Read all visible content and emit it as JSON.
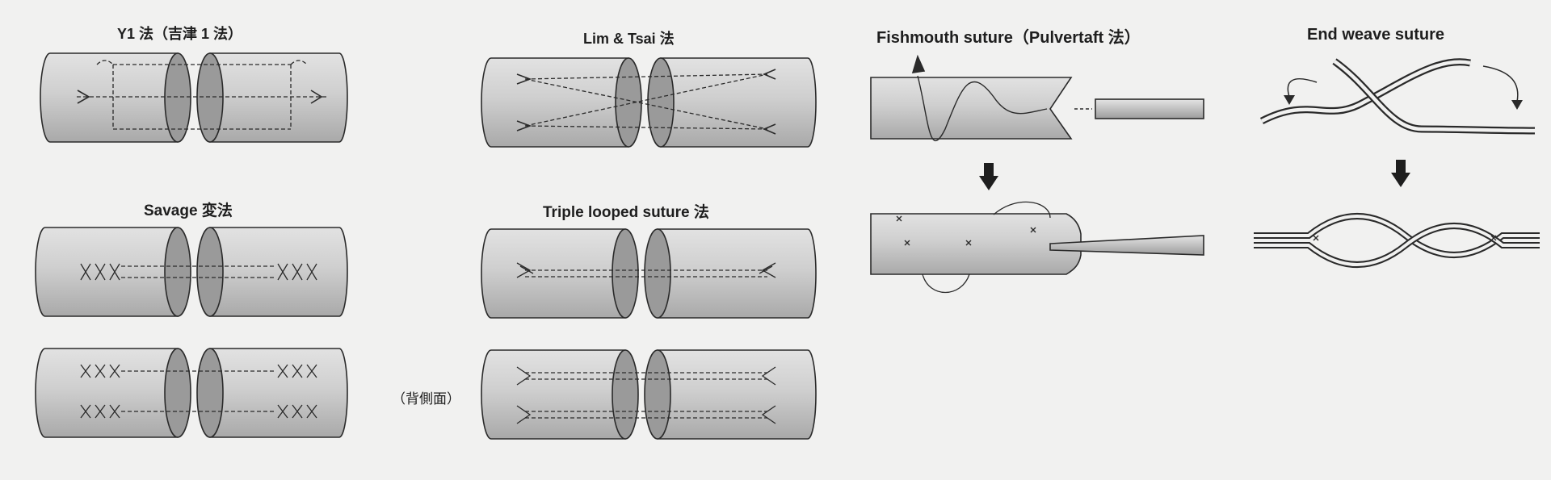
{
  "labels": {
    "y1": "Y1 法（吉津 1 法）",
    "lim_tsai": "Lim & Tsai 法",
    "savage": "Savage 変法",
    "triple_looped": "Triple looped suture 法",
    "dorsal_view": "（背側面）",
    "fishmouth": "Fishmouth suture（Pulvertaft 法）",
    "end_weave": "End weave suture"
  },
  "colors": {
    "background": "#f1f1f0",
    "tendon_fill": "#cfcfcf",
    "tendon_end": "#9a9a9a",
    "line": "#2a2a2a"
  },
  "icons": [
    "arrow-down-icon",
    "curved-arrow-icon"
  ]
}
